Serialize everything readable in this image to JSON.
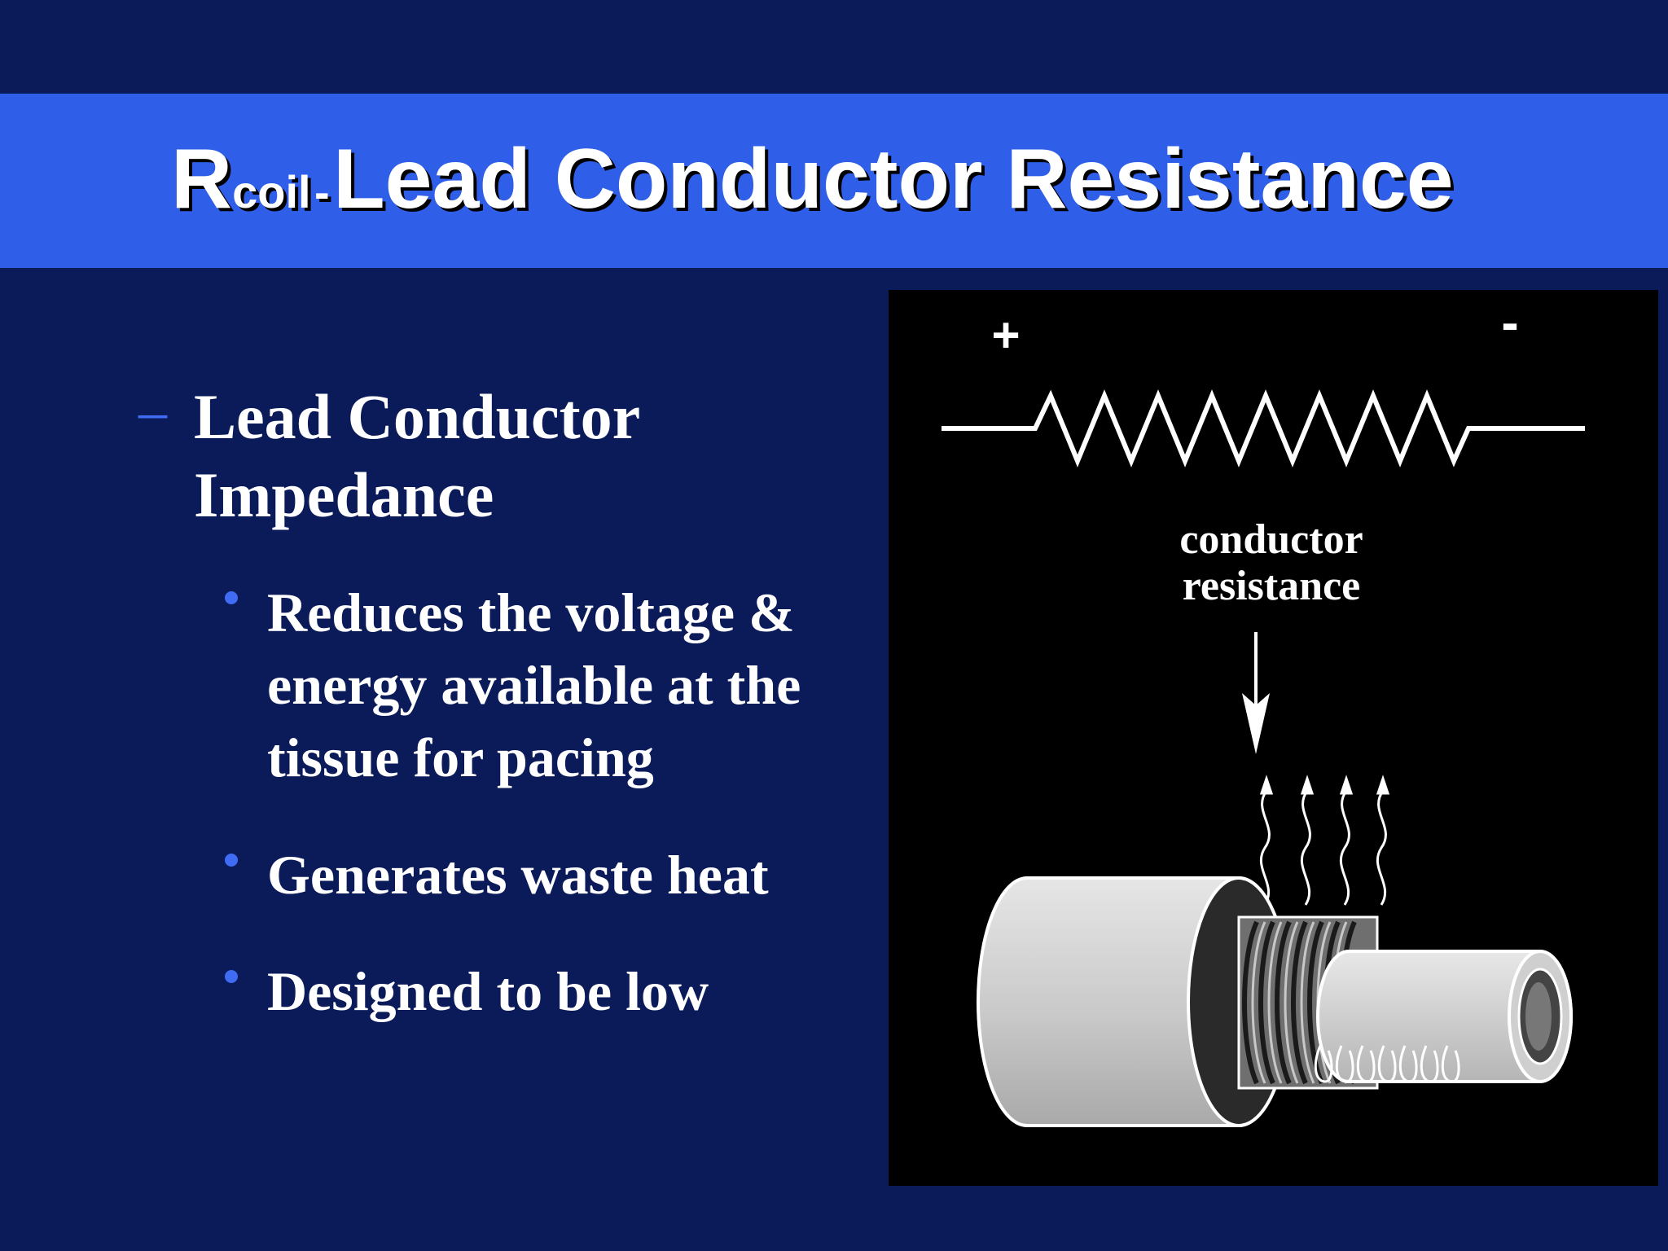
{
  "slide": {
    "title": {
      "r": "R",
      "subscript": "coil",
      "separator": "-",
      "main": "Lead Conductor Resistance"
    },
    "level1": {
      "marker": "–",
      "text": "Lead Conductor Impedance"
    },
    "bullets": [
      "Reduces the voltage & energy available at the tissue for pacing",
      "Generates waste heat",
      "Designed to be low"
    ],
    "figure": {
      "plus": "+",
      "minus": "-",
      "label_line1": "conductor",
      "label_line2": "resistance"
    }
  },
  "colors": {
    "background": "#0b1a59",
    "title_band": "#2f5ee8",
    "accent_bullet": "#3f6cf2",
    "text": "#ffffff",
    "figure_background": "#000000"
  }
}
